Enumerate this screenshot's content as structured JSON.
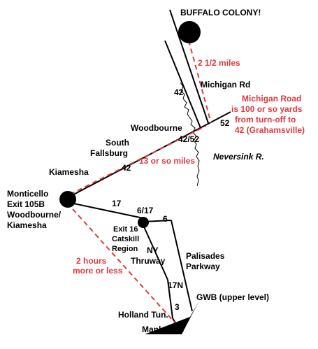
{
  "colors": {
    "road": "#000000",
    "route_dashed": "#e0393e",
    "annotation": "#e0393e",
    "background": "#ffffff"
  },
  "places": {
    "buffalo_colony": "BUFFALO COLONY!",
    "michigan_rd": "Michigan Rd",
    "woodbourne": "Woodbourne",
    "south": "South",
    "fallsburg": "Fallsburg",
    "kiamesha": "Kiamesha",
    "monticello": "Monticello",
    "exit_105b": "Exit 105B",
    "woodbourne_slash": "Woodbourne/",
    "kiamesha2": "Kiamesha",
    "exit_16": "Exit 16",
    "catskill": "Catskill",
    "region": "Region",
    "holland_tun": "Holland Tun.",
    "manhattan": "Manhattan",
    "gwb": "GWB (upper level)",
    "neversink": "Neversink R."
  },
  "roads": {
    "r42_upper": "42",
    "r52": "52",
    "r42_52": "42/52",
    "r42_lower": "42",
    "r17": "17",
    "r6_17": "6/17",
    "r6": "6",
    "ny": "NY",
    "thruway": "Thruway",
    "r17n": "17N",
    "r3": "3",
    "palisades": "Palisades",
    "parkway": "Parkway"
  },
  "distances": {
    "d_half": "2 1/2 miles",
    "d_13": "13 or so miles",
    "d_2h_1": "2 hours",
    "d_2h_2": "more or less"
  },
  "note": {
    "line1": "Michigan Road",
    "line2": "is 100 or so yards",
    "line3": "from turn-off to",
    "line4": "42 (Grahamsville)"
  }
}
